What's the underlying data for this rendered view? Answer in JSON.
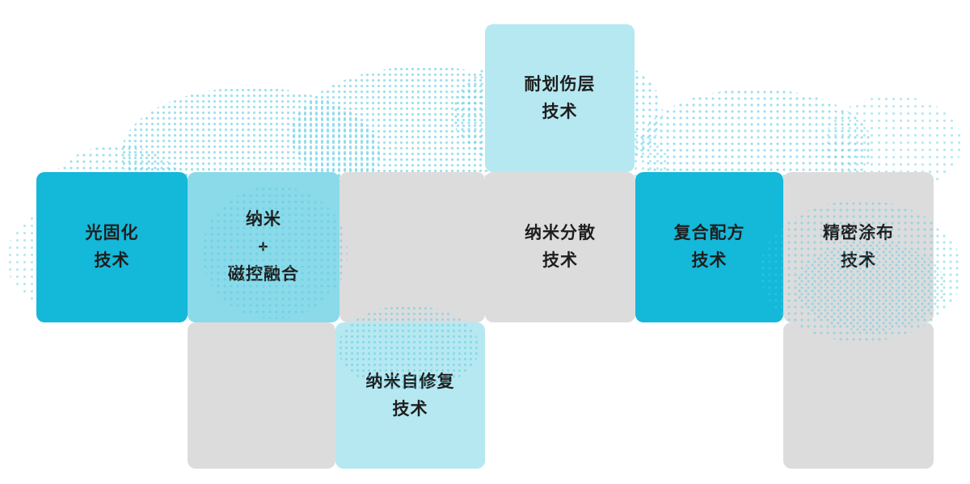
{
  "diagram": {
    "description": "technology capability tiles over dotted world map",
    "tiles": {
      "scratch_resistant": {
        "label": "耐划伤层\n技术"
      },
      "uv_curing": {
        "label": "光固化\n技术"
      },
      "nano_magnetic": {
        "label": "纳米\n+\n磁控融合"
      },
      "blank_mid": {
        "label": ""
      },
      "nano_dispersion": {
        "label": "纳米分散\n技术"
      },
      "composite_formula": {
        "label": "复合配方\n技术"
      },
      "precision_coating": {
        "label": "精密涂布\n技术"
      },
      "blank_bottom_left": {
        "label": ""
      },
      "nano_self_healing": {
        "label": "纳米自修复\n技术"
      },
      "blank_bottom_right": {
        "label": ""
      }
    }
  },
  "colors": {
    "bright": "#14b8d9",
    "light": "#8adae9",
    "lighter": "#b6e8f1",
    "gray": "#dcdcdd",
    "dot": "#4fc9e2",
    "text": "#1e1e1e"
  }
}
